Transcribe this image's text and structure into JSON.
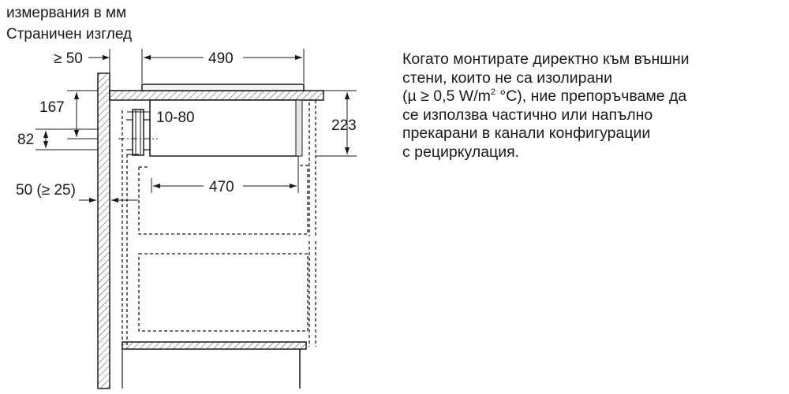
{
  "header": {
    "units": "измервания в мм",
    "view": "Страничен изглед"
  },
  "dimensions": {
    "wall_gap": "≥ 50",
    "width_top": "490",
    "height_167": "167",
    "range_10_80": "10-80",
    "height_82": "82",
    "height_223": "223",
    "width_470": "470",
    "wall_thickness": "50 (≥ 25)"
  },
  "note": {
    "line1": "Когато монтирате директно към външни",
    "line2": "стени, които не са изолирани",
    "line3_pre": "(µ ≥ 0,5 W/m",
    "line3_sup": "2",
    "line3_post": " °C), ние препоръчваме да",
    "line4": "се използва частично или напълно",
    "line5": "прекарани в канали конфигурации",
    "line6": "с рециркулация."
  }
}
